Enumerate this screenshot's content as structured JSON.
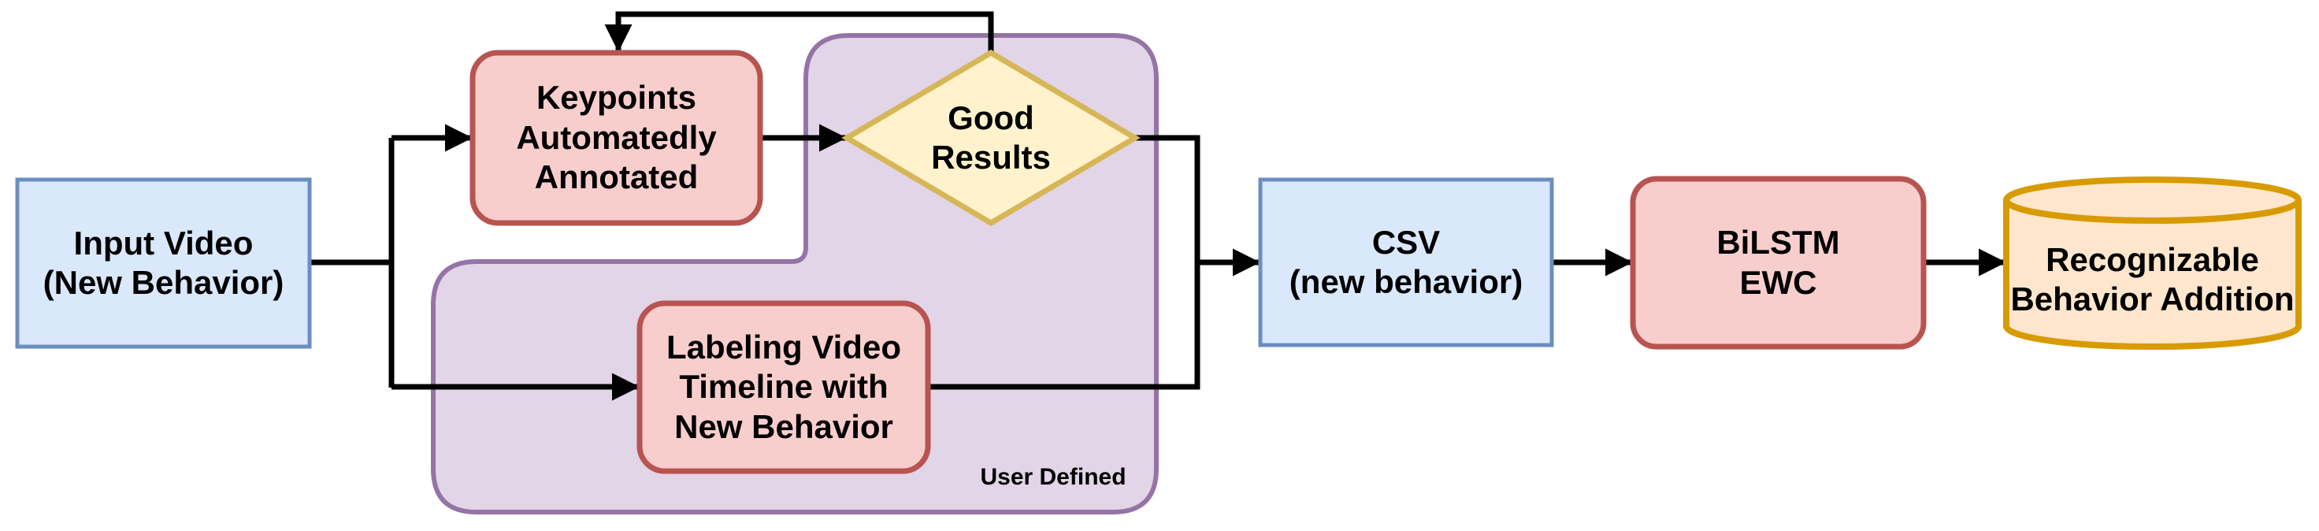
{
  "diagram": {
    "title": "Behavior addition pipeline flowchart",
    "nodes": {
      "input_video": {
        "label": "Input Video\n(New Behavior)",
        "shape": "rectangle",
        "fill": "#dae8fc",
        "stroke": "#6c8ebf"
      },
      "keypoints": {
        "label": "Keypoints\nAutomatedly\nAnnotated",
        "shape": "rounded-rectangle",
        "fill": "#f8cecc",
        "stroke": "#b85450"
      },
      "good_results": {
        "label": "Good\nResults",
        "shape": "diamond",
        "fill": "#fff2cc",
        "stroke": "#d6b656"
      },
      "labeling": {
        "label": "Labeling Video\nTimeline with\nNew Behavior",
        "shape": "rounded-rectangle",
        "fill": "#f8cecc",
        "stroke": "#b85450"
      },
      "user_defined": {
        "label": "User Defined",
        "shape": "container",
        "fill": "#e1d5e7",
        "stroke": "#9673a6"
      },
      "csv": {
        "label": "CSV\n(new behavior)",
        "shape": "rectangle",
        "fill": "#dae8fc",
        "stroke": "#6c8ebf"
      },
      "bilstm": {
        "label": "BiLSTM\nEWC",
        "shape": "rounded-rectangle",
        "fill": "#f8cecc",
        "stroke": "#b85450"
      },
      "recognizable": {
        "label": "Recognizable\nBehavior Addition",
        "shape": "cylinder",
        "fill": "#ffe6cc",
        "stroke": "#d79b00"
      }
    },
    "edges": [
      {
        "from": "input_video",
        "to": "keypoints"
      },
      {
        "from": "input_video",
        "to": "labeling"
      },
      {
        "from": "keypoints",
        "to": "good_results"
      },
      {
        "from": "good_results",
        "to": "keypoints",
        "note": "feedback loop"
      },
      {
        "from": "good_results",
        "to": "csv"
      },
      {
        "from": "labeling",
        "to": "csv"
      },
      {
        "from": "csv",
        "to": "bilstm"
      },
      {
        "from": "bilstm",
        "to": "recognizable"
      }
    ],
    "colors": {
      "background": "#ffffff",
      "edge": "#000000",
      "text": "#000000",
      "blue_fill": "#dae8fc",
      "blue_stroke": "#6c8ebf",
      "red_fill": "#f8cecc",
      "red_stroke": "#b85450",
      "yellow_fill": "#fff2cc",
      "yellow_stroke": "#d6b656",
      "purple_fill": "#e1d5e7",
      "purple_stroke": "#9673a6",
      "orange_fill": "#ffe6cc",
      "orange_stroke": "#d79b00"
    }
  }
}
